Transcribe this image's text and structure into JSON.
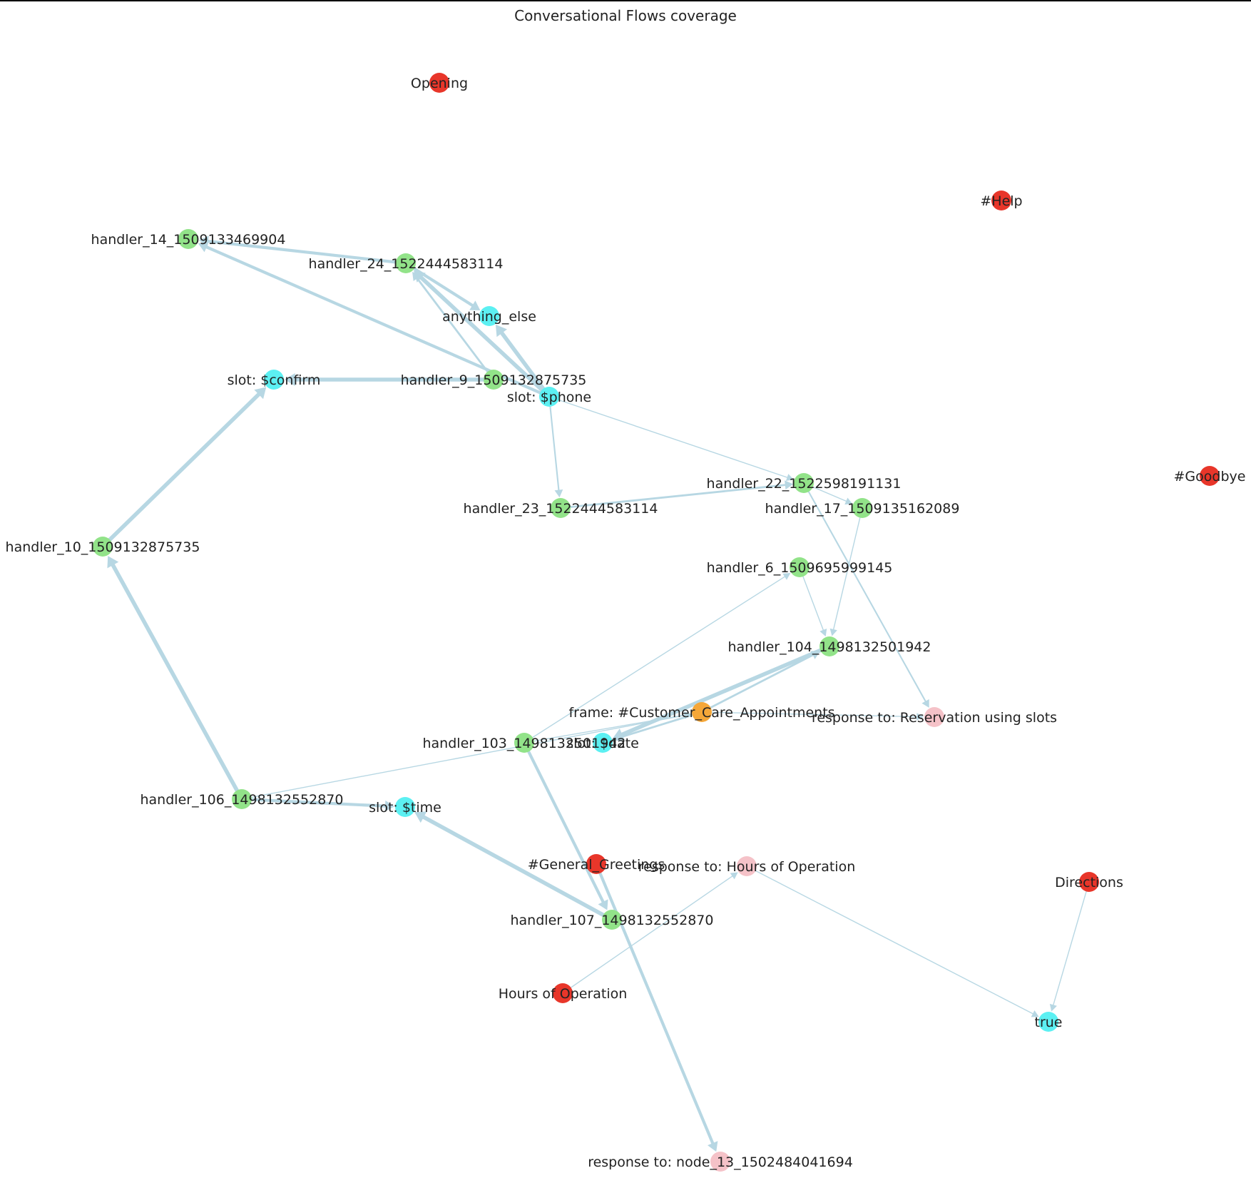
{
  "title": "Conversational Flows coverage",
  "colors": {
    "edge": "#b7d7e3",
    "red": "#e8362a",
    "green": "#92e389",
    "cyan": "#5cf0f2",
    "orange": "#f5a739",
    "pink": "#f5c2c8"
  },
  "nodes": [
    {
      "id": "opening",
      "label": "Opening",
      "color": "red"
    },
    {
      "id": "help",
      "label": "#Help",
      "color": "red"
    },
    {
      "id": "goodbye",
      "label": "#Goodbye",
      "color": "red"
    },
    {
      "id": "h14",
      "label": "handler_14_1509133469904",
      "color": "green"
    },
    {
      "id": "h24",
      "label": "handler_24_1522444583114",
      "color": "green"
    },
    {
      "id": "anything",
      "label": "anything_else",
      "color": "cyan"
    },
    {
      "id": "confirm",
      "label": "slot: $confirm",
      "color": "cyan"
    },
    {
      "id": "h9",
      "label": "handler_9_1509132875735",
      "color": "green"
    },
    {
      "id": "phone",
      "label": "slot: $phone",
      "color": "cyan"
    },
    {
      "id": "h22",
      "label": "handler_22_1522598191131",
      "color": "green"
    },
    {
      "id": "h23",
      "label": "handler_23_1522444583114",
      "color": "green"
    },
    {
      "id": "h17",
      "label": "handler_17_1509135162089",
      "color": "green"
    },
    {
      "id": "h10",
      "label": "handler_10_1509132875735",
      "color": "green"
    },
    {
      "id": "h6",
      "label": "handler_6_1509695999145",
      "color": "green"
    },
    {
      "id": "h104",
      "label": "handler_104_1498132501942",
      "color": "green"
    },
    {
      "id": "frame",
      "label": "frame: #Customer_Care_Appointments",
      "color": "orange"
    },
    {
      "id": "resv",
      "label": "response to: Reservation using slots",
      "color": "pink"
    },
    {
      "id": "h103",
      "label": "handler_103_1498132501942",
      "color": "green"
    },
    {
      "id": "date",
      "label": "slot: $date",
      "color": "cyan"
    },
    {
      "id": "h106",
      "label": "handler_106_1498132552870",
      "color": "green"
    },
    {
      "id": "time",
      "label": "slot: $time",
      "color": "cyan"
    },
    {
      "id": "greet",
      "label": "#General_Greetings",
      "color": "red"
    },
    {
      "id": "hoursresp",
      "label": "response to: Hours of Operation",
      "color": "pink"
    },
    {
      "id": "directions",
      "label": "Directions",
      "color": "red"
    },
    {
      "id": "h107",
      "label": "handler_107_1498132552870",
      "color": "green"
    },
    {
      "id": "hours",
      "label": "Hours of Operation",
      "color": "red"
    },
    {
      "id": "true",
      "label": "true",
      "color": "cyan"
    },
    {
      "id": "resp13",
      "label": "response to: node_13_1502484041694",
      "color": "pink"
    }
  ],
  "edges": [
    {
      "source": "h24",
      "target": "h14",
      "weight": 3
    },
    {
      "source": "phone",
      "target": "h14",
      "weight": 3
    },
    {
      "source": "phone",
      "target": "h24",
      "weight": 4
    },
    {
      "source": "h24",
      "target": "anything",
      "weight": 3
    },
    {
      "source": "phone",
      "target": "anything",
      "weight": 4
    },
    {
      "source": "h9",
      "target": "confirm",
      "weight": 4
    },
    {
      "source": "h9",
      "target": "h24",
      "weight": 2
    },
    {
      "source": "h10",
      "target": "confirm",
      "weight": 4
    },
    {
      "source": "phone",
      "target": "h23",
      "weight": 1.5
    },
    {
      "source": "phone",
      "target": "h22",
      "weight": 1
    },
    {
      "source": "h23",
      "target": "h22",
      "weight": 2
    },
    {
      "source": "h22",
      "target": "h17",
      "weight": 1
    },
    {
      "source": "h22",
      "target": "resv",
      "weight": 1.5
    },
    {
      "source": "h17",
      "target": "h104",
      "weight": 1
    },
    {
      "source": "h6",
      "target": "h104",
      "weight": 1
    },
    {
      "source": "h103",
      "target": "h6",
      "weight": 1
    },
    {
      "source": "h104",
      "target": "date",
      "weight": 4
    },
    {
      "source": "frame",
      "target": "h104",
      "weight": 2
    },
    {
      "source": "h103",
      "target": "frame",
      "weight": 1
    },
    {
      "source": "frame",
      "target": "date",
      "weight": 2
    },
    {
      "source": "frame",
      "target": "resv",
      "weight": 1
    },
    {
      "source": "h106",
      "target": "h10",
      "weight": 4
    },
    {
      "source": "h106",
      "target": "time",
      "weight": 3
    },
    {
      "source": "h106",
      "target": "frame",
      "weight": 1
    },
    {
      "source": "h107",
      "target": "time",
      "weight": 4
    },
    {
      "source": "h103",
      "target": "h107",
      "weight": 3
    },
    {
      "source": "greet",
      "target": "resp13",
      "weight": 3
    },
    {
      "source": "hours",
      "target": "hoursresp",
      "weight": 1
    },
    {
      "source": "hoursresp",
      "target": "true",
      "weight": 1
    },
    {
      "source": "directions",
      "target": "true",
      "weight": 1
    }
  ]
}
